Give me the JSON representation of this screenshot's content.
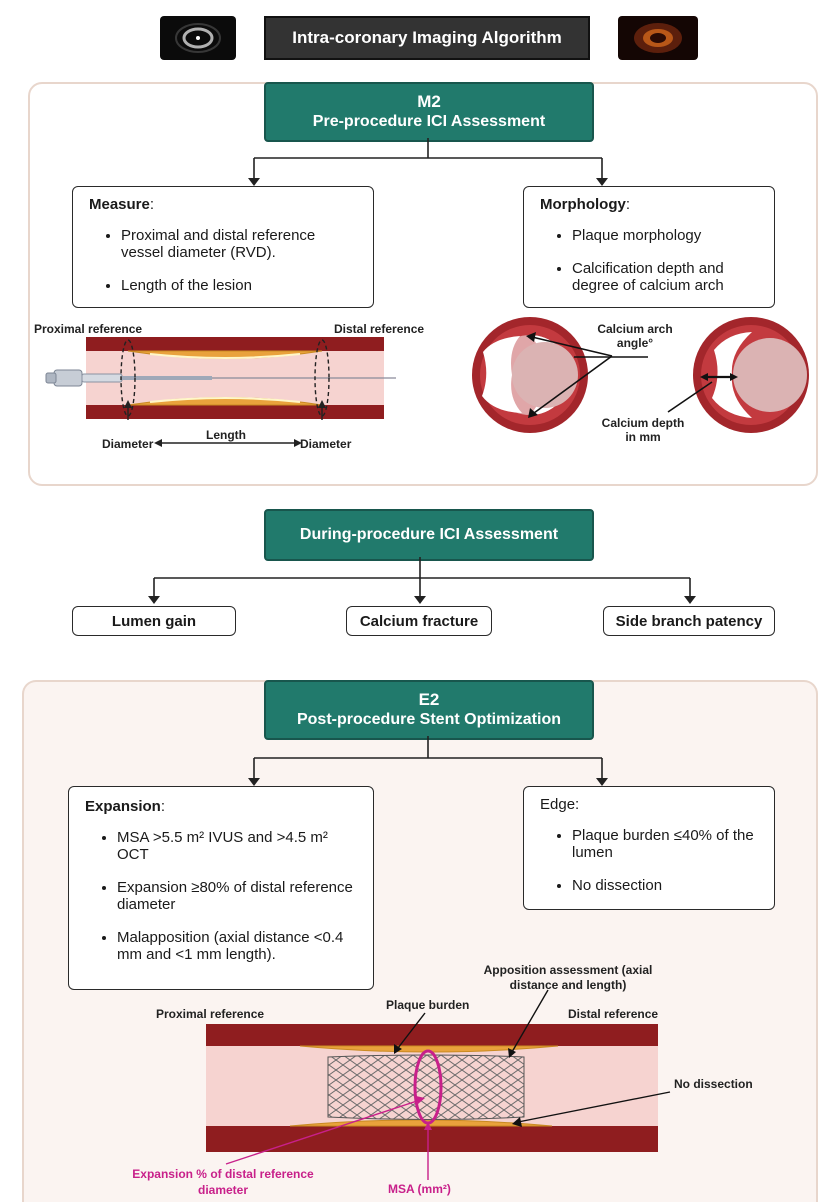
{
  "header": {
    "title": "Intra-coronary Imaging Algorithm"
  },
  "pre": {
    "code": "M2",
    "title": "Pre-procedure ICI Assessment",
    "measure": {
      "heading": "Measure",
      "items": [
        "Proximal and distal reference vessel diameter (RVD).",
        "Length  of the lesion"
      ]
    },
    "morphology": {
      "heading": "Morphology",
      "items": [
        "Plaque morphology",
        "Calcification depth and degree of calcium arch"
      ]
    },
    "vessel_labels": {
      "proximal": "Proximal reference",
      "distal": "Distal reference",
      "diameter_left": "Diameter",
      "length": "Length",
      "diameter_right": "Diameter"
    },
    "calcium_labels": {
      "arch": "Calcium arch angle°",
      "depth": "Calcium depth in mm"
    }
  },
  "during": {
    "title": "During-procedure ICI Assessment",
    "items": [
      "Lumen gain",
      "Calcium fracture",
      "Side branch patency"
    ]
  },
  "post": {
    "code": "E2",
    "title": "Post-procedure Stent Optimization",
    "expansion": {
      "heading": "Expansion",
      "items": [
        "MSA >5.5 m² IVUS and >4.5 m² OCT",
        "Expansion ≥80% of distal reference diameter",
        "Malapposition (axial distance <0.4 mm and <1 mm length)."
      ]
    },
    "edge": {
      "heading": "Edge",
      "items": [
        "Plaque burden ≤40% of the lumen",
        "No dissection"
      ]
    },
    "vessel_labels": {
      "proximal": "Proximal reference",
      "plaque_burden": "Plaque burden",
      "apposition": "Apposition assessment (axial distance and length)",
      "distal": "Distal reference",
      "no_dissection": "No dissection",
      "expansion": "Expansion % of distal reference diameter",
      "msa": "MSA (mm²)"
    }
  },
  "colors": {
    "teal": "#217a6c",
    "vessel_wall": "#8f1d1f",
    "lumen": "#f6d3d0",
    "plaque": "#e9a23c",
    "magenta": "#c8208a"
  }
}
